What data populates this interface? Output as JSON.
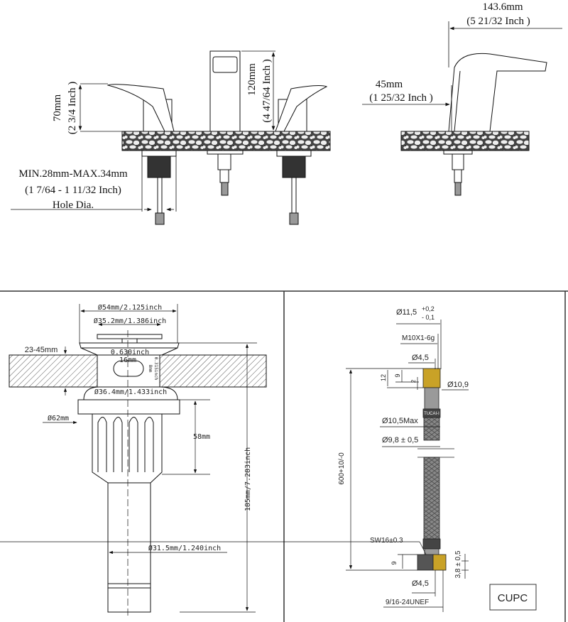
{
  "faucet": {
    "handle_height_mm": "70mm",
    "handle_height_in": "(2 3/4  Inch )",
    "spout_height_mm": "120mm",
    "spout_height_in": "(4 47/64  Inch )",
    "hole_dia_mm": "MIN.28mm-MAX.34mm",
    "hole_dia_in": "(1 7/64 - 1 11/32 Inch)",
    "hole_dia_label": "Hole Dia.",
    "reach_mm": "143.6mm",
    "reach_in": "(5 21/32 Inch )",
    "spout_offset_mm": "45mm",
    "spout_offset_in": "(1 25/32  Inch )"
  },
  "drain": {
    "flange_dia": "Ø54mm/2.125inch",
    "cap_dia": "Ø35.2mm/1.386inch",
    "counter_thickness": "23-45mm",
    "overflow_width_in": "0.630inch",
    "overflow_width_mm": "16mm",
    "overflow_height_mm": "8mm",
    "overflow_height_in": "0.315inch",
    "body_dia": "Ø36.4mm/1.433inch",
    "nut_dia": "Ø62mm",
    "nut_height": "58mm",
    "total_length": "185mm/7.283inch",
    "tail_dia": "Ø31.5mm/1.240inch"
  },
  "hose": {
    "outer_dia": "Ø11,5",
    "tol_plus": "+0,2",
    "tol_minus": "- 0,1",
    "thread": "M10X1-6g",
    "bore_top": "Ø4,5",
    "dim_12": "12",
    "dim_9_top": "9",
    "dim_2": "2",
    "fitting_dia": "Ø10,9",
    "brand": "TUCAI-I",
    "hose_max": "Ø10,5Max",
    "hose_dia": "Ø9,8 ± 0,5",
    "length": "600+10/-0",
    "nut": "SW16±0.3",
    "dim_9_bottom": "9",
    "seat": "3,8 ± 0,5",
    "bore_bottom": "Ø4,5",
    "bottom_thread": "9/16-24UNEF",
    "cert": "CUPC"
  }
}
